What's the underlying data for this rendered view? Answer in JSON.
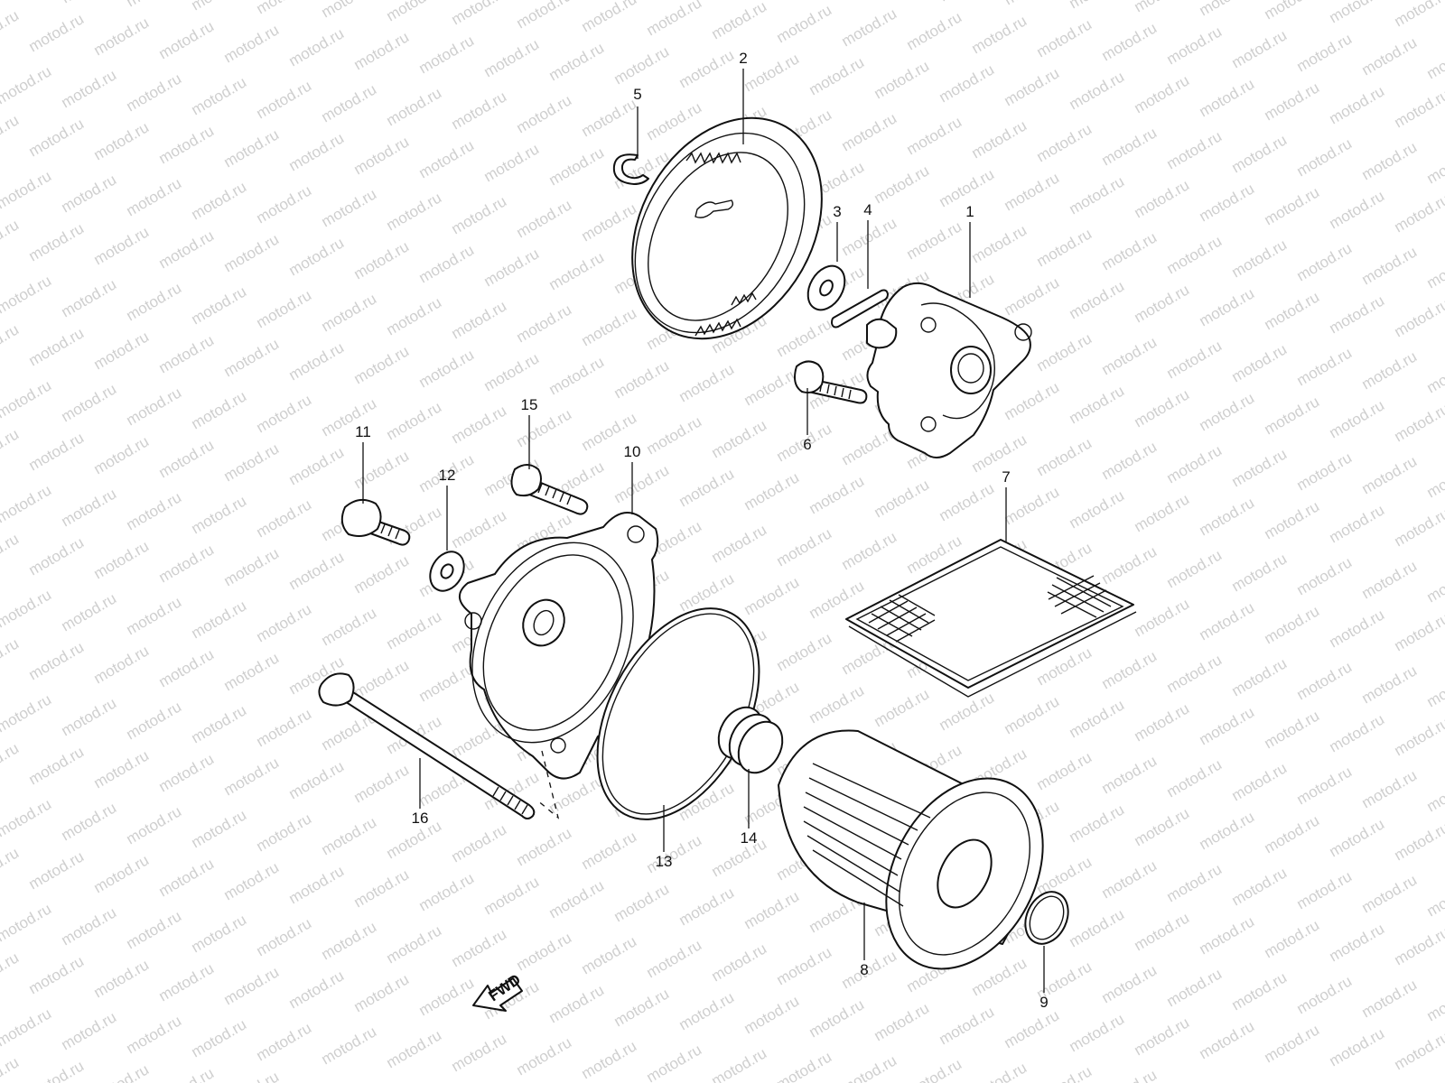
{
  "watermark": {
    "text": "motod.ru"
  },
  "fwd_label": "FWD",
  "callouts": [
    {
      "id": "1",
      "label": "1"
    },
    {
      "id": "2",
      "label": "2"
    },
    {
      "id": "3",
      "label": "3"
    },
    {
      "id": "4",
      "label": "4"
    },
    {
      "id": "5",
      "label": "5"
    },
    {
      "id": "6",
      "label": "6"
    },
    {
      "id": "7",
      "label": "7"
    },
    {
      "id": "8",
      "label": "8"
    },
    {
      "id": "9",
      "label": "9"
    },
    {
      "id": "10",
      "label": "10"
    },
    {
      "id": "11",
      "label": "11"
    },
    {
      "id": "12",
      "label": "12"
    },
    {
      "id": "13",
      "label": "13"
    },
    {
      "id": "14",
      "label": "14"
    },
    {
      "id": "15",
      "label": "15"
    },
    {
      "id": "16",
      "label": "16"
    }
  ]
}
